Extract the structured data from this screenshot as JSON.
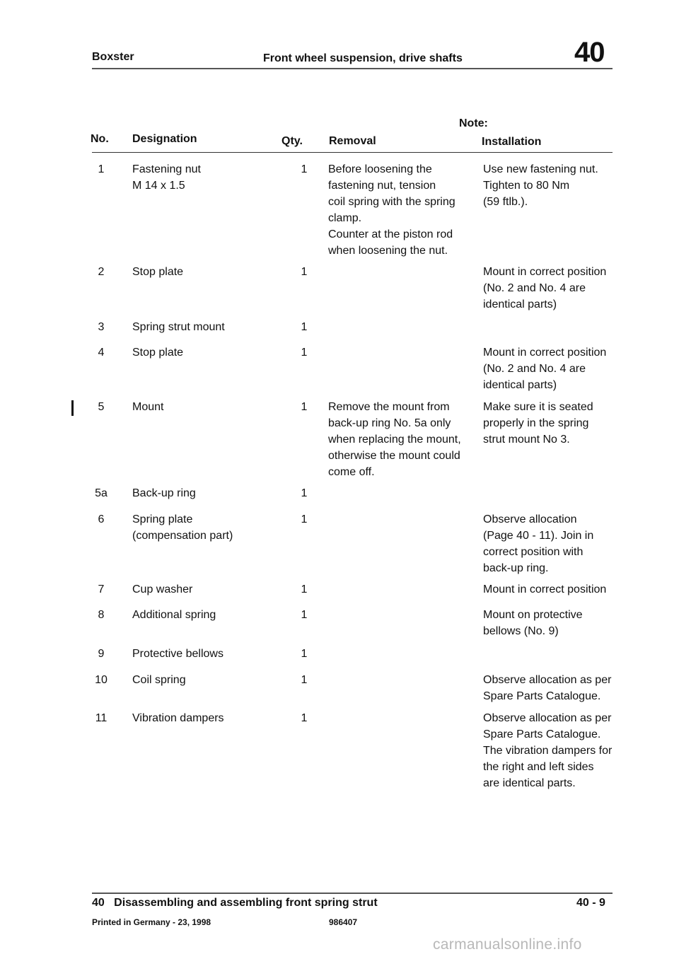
{
  "header": {
    "left": "Boxster",
    "center": "Front wheel suspension, drive shafts",
    "section": "40"
  },
  "columns": {
    "no": "No.",
    "designation": "Designation",
    "qty": "Qty.",
    "note": "Note:",
    "removal": "Removal",
    "installation": "Installation"
  },
  "rows": [
    {
      "no": "1",
      "designation": "Fastening nut\nM 14 x 1.5",
      "qty": "1",
      "removal": "Before loosening the\nfastening nut, tension\ncoil spring with the spring\nclamp.\nCounter at the piston rod\nwhen loosening the nut.",
      "installation": "Use new fastening nut.\nTighten to 80 Nm\n(59 ftlb.)."
    },
    {
      "no": "2",
      "designation": "Stop plate",
      "qty": "1",
      "removal": "",
      "installation": "Mount in correct position\n(No. 2 and No. 4 are\nidentical parts)"
    },
    {
      "no": "3",
      "designation": "Spring strut mount",
      "qty": "1",
      "removal": "",
      "installation": ""
    },
    {
      "no": "4",
      "designation": "Stop plate",
      "qty": "1",
      "removal": "",
      "installation": "Mount in correct position\n(No. 2 and No. 4 are\nidentical parts)"
    },
    {
      "no": "5",
      "designation": "Mount",
      "qty": "1",
      "removal": "Remove the mount from\nback-up ring No. 5a only\nwhen replacing the mount,\notherwise the mount could\ncome off.",
      "installation": "Make sure it is seated\nproperly in the spring\nstrut mount No 3."
    },
    {
      "no": "5a",
      "designation": "Back-up ring",
      "qty": "1",
      "removal": "",
      "installation": ""
    },
    {
      "no": "6",
      "designation": "Spring plate\n(compensation part)",
      "qty": "1",
      "removal": "",
      "installation": "Observe allocation\n(Page 40 - 11). Join in\ncorrect position with\nback-up ring."
    },
    {
      "no": "7",
      "designation": "Cup washer",
      "qty": "1",
      "removal": "",
      "installation": "Mount in correct position"
    },
    {
      "no": "8",
      "designation": "Additional spring",
      "qty": "1",
      "removal": "",
      "installation": "Mount on protective\nbellows (No. 9)"
    },
    {
      "no": "9",
      "designation": "Protective bellows",
      "qty": "1",
      "removal": "",
      "installation": ""
    },
    {
      "no": "10",
      "designation": "Coil spring",
      "qty": "1",
      "removal": "",
      "installation": "Observe allocation as per\nSpare Parts Catalogue."
    },
    {
      "no": "11",
      "designation": "Vibration dampers",
      "qty": "1",
      "removal": "",
      "installation": "Observe allocation as per\nSpare Parts Catalogue.\nThe vibration dampers for\nthe right and left sides\nare identical parts."
    }
  ],
  "footer": {
    "section": "40",
    "title": "Disassembling and assembling front spring strut",
    "page": "40 - 9",
    "printed": "Printed in Germany - 23, 1998",
    "code": "986407"
  },
  "watermark": "carmanualsonline.info"
}
